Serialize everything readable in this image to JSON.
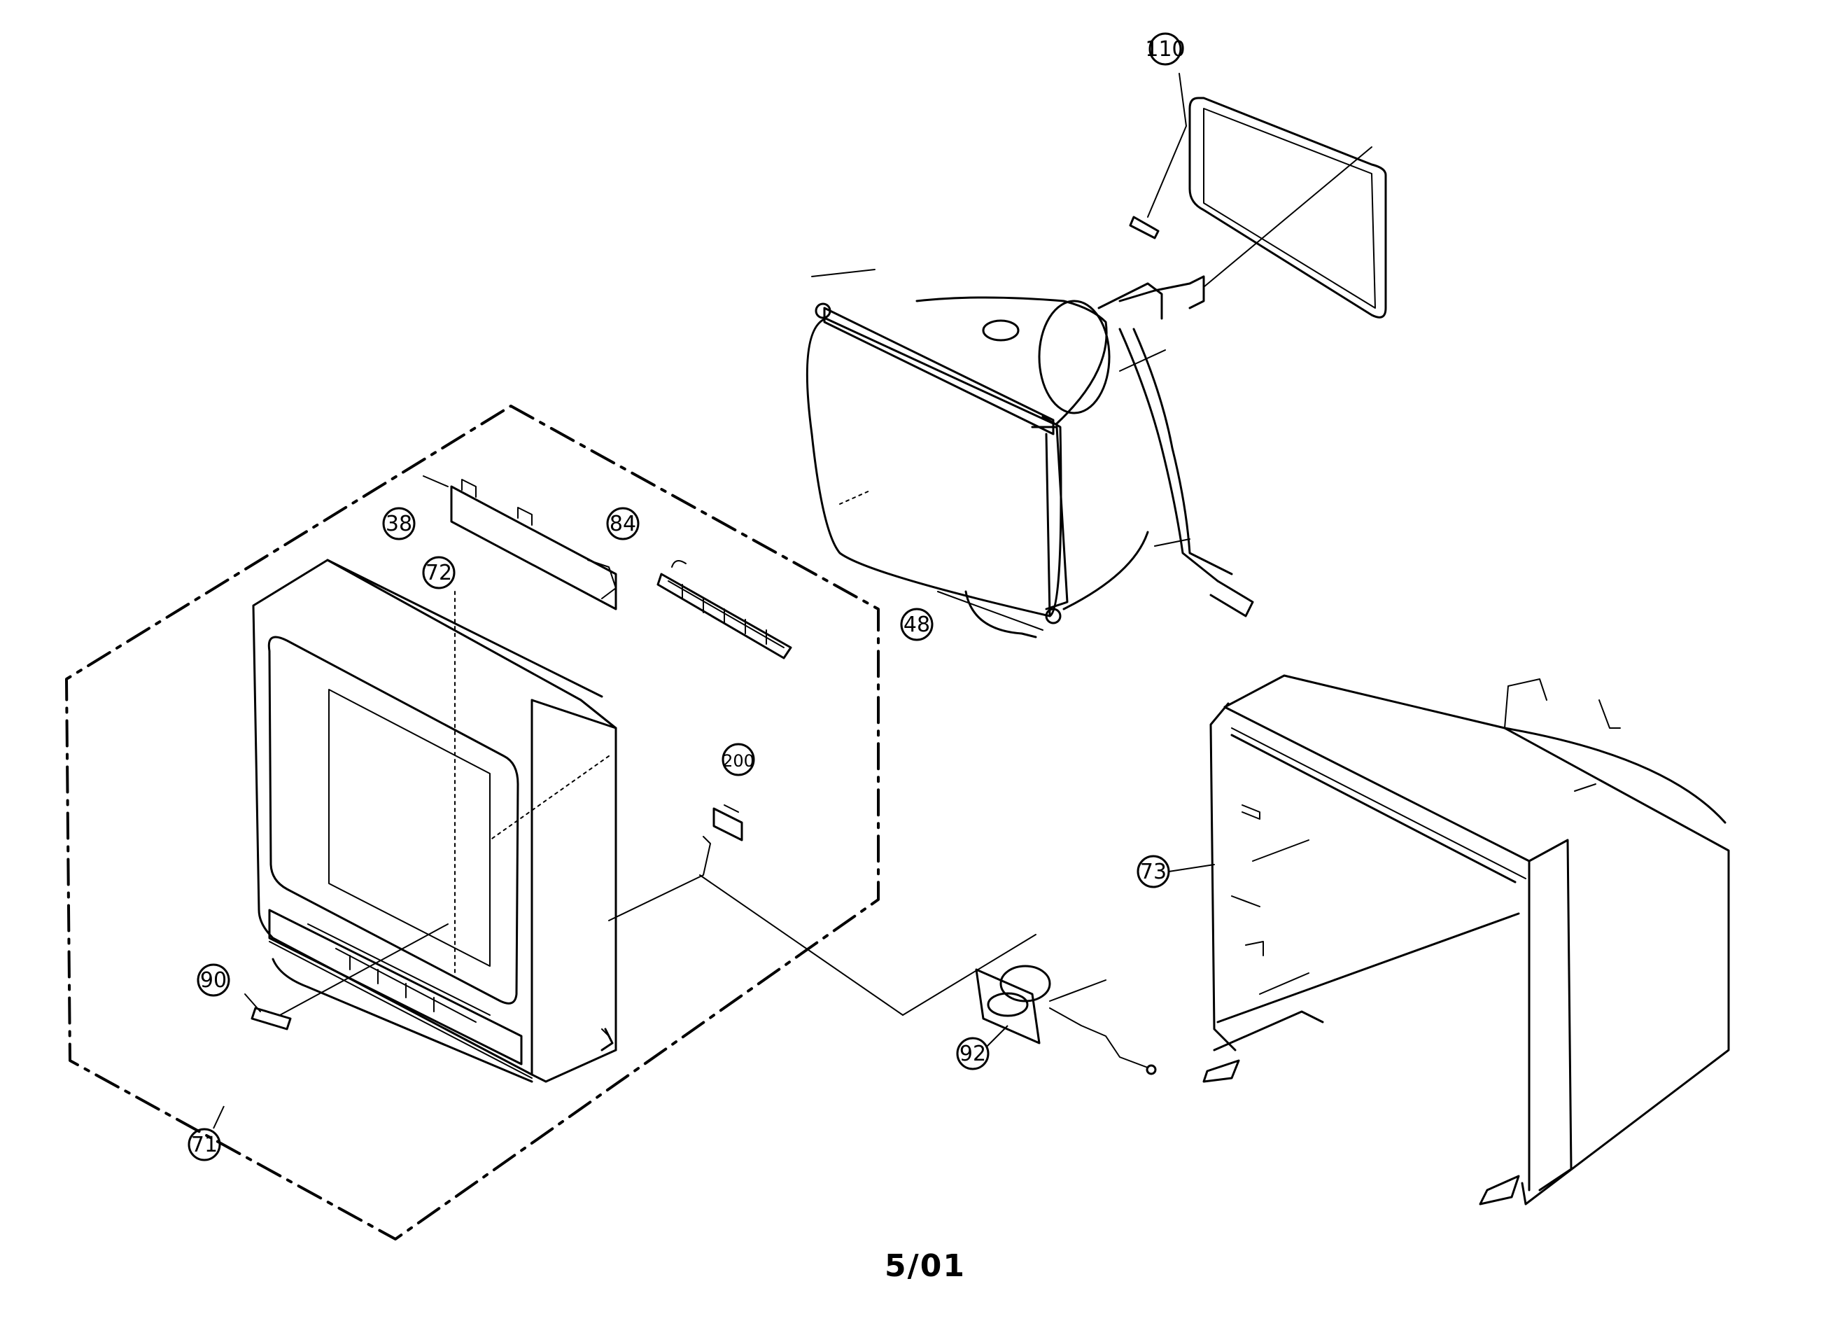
{
  "diagram": {
    "date_label": "5/01",
    "callouts": [
      "110",
      "38",
      "72",
      "84",
      "48",
      "200",
      "73",
      "90",
      "92",
      "71"
    ]
  }
}
